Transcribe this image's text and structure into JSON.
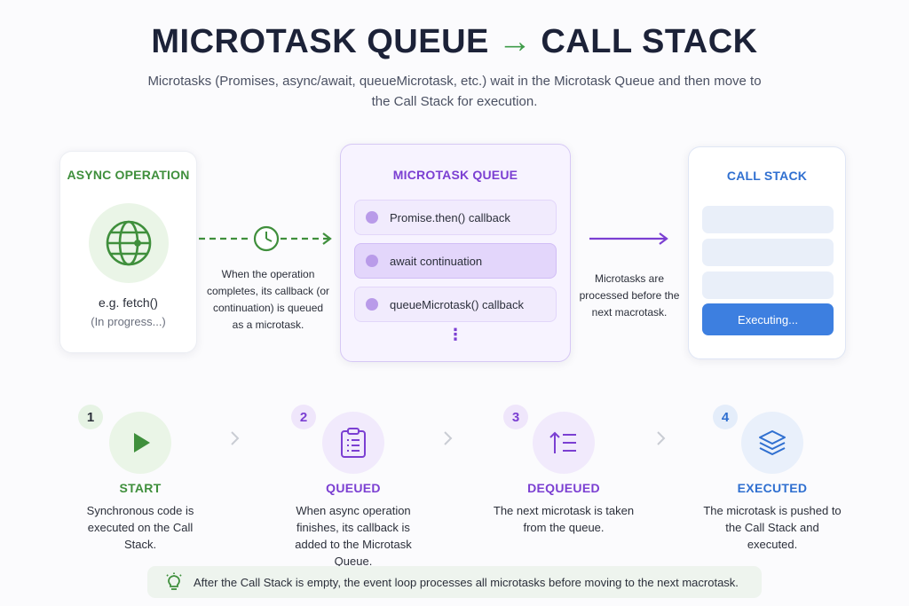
{
  "header": {
    "title_left": "MICROTASK QUEUE",
    "title_arrow": "→",
    "title_right": "CALL STACK",
    "subtitle": "Microtasks (Promises, async/await, queueMicrotask, etc.) wait in the Microtask Queue and then move to the Call Stack for execution."
  },
  "async_card": {
    "title": "ASYNC OPERATION",
    "example": "e.g. fetch()",
    "status": "(In progress...)",
    "icon": "globe-icon"
  },
  "arrow_note": "When the operation completes, its callback (or continuation) is queued as a microtask.",
  "queue_card": {
    "title": "MICROTASK QUEUE",
    "items": [
      {
        "label": "Promise.then() callback"
      },
      {
        "label": "await continuation"
      },
      {
        "label": "queueMicrotask() callback"
      }
    ],
    "more": "⋮"
  },
  "processing_note": "Microtasks are processed before the next macrotask.",
  "stack_card": {
    "title": "CALL STACK",
    "executing": "Executing..."
  },
  "steps": [
    {
      "num": "1",
      "title": "START",
      "desc": "Synchronous code is executed on the Call Stack.",
      "icon": "play-icon",
      "color": "#3f8f3c"
    },
    {
      "num": "2",
      "title": "QUEUED",
      "desc": "When async operation finishes, its callback is added to the Microtask Queue.",
      "icon": "clipboard-icon",
      "color": "#7b3fd2"
    },
    {
      "num": "3",
      "title": "DEQUEUED",
      "desc": "The next microtask is taken from the queue.",
      "icon": "dequeue-list-icon",
      "color": "#7b3fd2"
    },
    {
      "num": "4",
      "title": "EXECUTED",
      "desc": "The microtask is pushed to the Call Stack and executed.",
      "icon": "layers-icon",
      "color": "#2f6fd0"
    }
  ],
  "footer": {
    "text": "After the Call Stack is empty, the event loop processes all microtasks before moving to the next macrotask.",
    "icon": "lightbulb-icon"
  },
  "colors": {
    "green": "#3f8f3c",
    "purple": "#7b3fd2",
    "blue": "#2f6fd0"
  }
}
